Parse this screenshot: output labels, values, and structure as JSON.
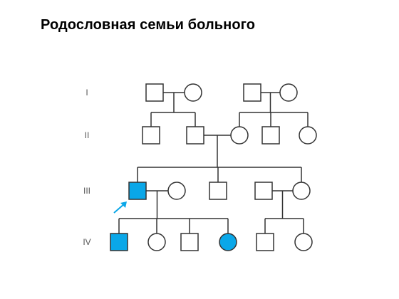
{
  "title": "Родословная семьи больного",
  "colors": {
    "affected": "#0aa7e8",
    "unaffected": "#ffffff",
    "line": "#333333",
    "proband_arrow": "#0aa7e8"
  },
  "generations": [
    "I",
    "II",
    "III",
    "IV"
  ],
  "proband": "III-1",
  "individuals": [
    {
      "id": "I-1",
      "generation": "I",
      "sex": "male",
      "affected": false
    },
    {
      "id": "I-2",
      "generation": "I",
      "sex": "female",
      "affected": false
    },
    {
      "id": "I-3",
      "generation": "I",
      "sex": "male",
      "affected": false
    },
    {
      "id": "I-4",
      "generation": "I",
      "sex": "female",
      "affected": false
    },
    {
      "id": "II-1",
      "generation": "II",
      "sex": "male",
      "affected": false
    },
    {
      "id": "II-2",
      "generation": "II",
      "sex": "male",
      "affected": false
    },
    {
      "id": "II-3",
      "generation": "II",
      "sex": "female",
      "affected": false
    },
    {
      "id": "II-4",
      "generation": "II",
      "sex": "male",
      "affected": false
    },
    {
      "id": "II-5",
      "generation": "II",
      "sex": "female",
      "affected": false
    },
    {
      "id": "III-1",
      "generation": "III",
      "sex": "male",
      "affected": true
    },
    {
      "id": "III-2",
      "generation": "III",
      "sex": "female",
      "affected": false
    },
    {
      "id": "III-3",
      "generation": "III",
      "sex": "male",
      "affected": false
    },
    {
      "id": "III-4",
      "generation": "III",
      "sex": "male",
      "affected": false
    },
    {
      "id": "III-5",
      "generation": "III",
      "sex": "female",
      "affected": false
    },
    {
      "id": "IV-1",
      "generation": "IV",
      "sex": "male",
      "affected": true
    },
    {
      "id": "IV-2",
      "generation": "IV",
      "sex": "female",
      "affected": false
    },
    {
      "id": "IV-3",
      "generation": "IV",
      "sex": "male",
      "affected": false
    },
    {
      "id": "IV-4",
      "generation": "IV",
      "sex": "female",
      "affected": true
    },
    {
      "id": "IV-5",
      "generation": "IV",
      "sex": "male",
      "affected": false
    },
    {
      "id": "IV-6",
      "generation": "IV",
      "sex": "female",
      "affected": false
    }
  ],
  "couples": [
    {
      "id": "C1",
      "partners": [
        "I-1",
        "I-2"
      ],
      "children": [
        "II-1",
        "II-2"
      ]
    },
    {
      "id": "C2",
      "partners": [
        "I-3",
        "I-4"
      ],
      "children": [
        "II-3",
        "II-4",
        "II-5"
      ]
    },
    {
      "id": "C3",
      "partners": [
        "II-2",
        "II-3"
      ],
      "children": [
        "III-1",
        "III-3",
        "III-5"
      ]
    },
    {
      "id": "C4",
      "partners": [
        "III-1",
        "III-2"
      ],
      "children": [
        "IV-1",
        "IV-2",
        "IV-3",
        "IV-4"
      ]
    },
    {
      "id": "C5",
      "partners": [
        "III-4",
        "III-5"
      ],
      "children": [
        "IV-5",
        "IV-6"
      ]
    }
  ]
}
